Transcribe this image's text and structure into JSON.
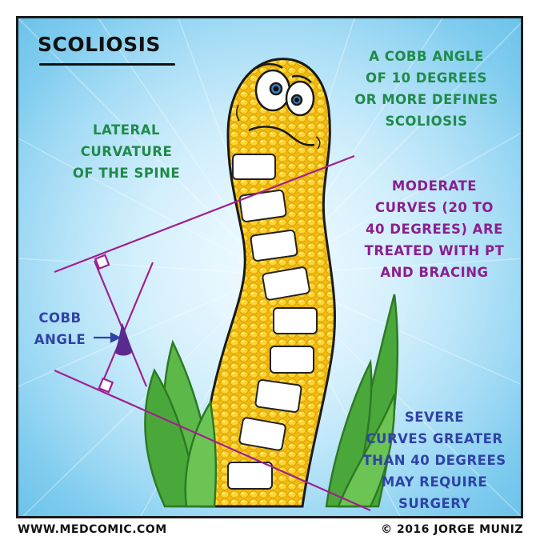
{
  "title": "SCOLIOSIS",
  "captions": {
    "cobb_definition": "A COBB ANGLE\nOF 10 DEGREES\nOR MORE DEFINES\nSCOLIOSIS",
    "lateral": "LATERAL\nCURVATURE\nOF THE SPINE",
    "moderate": "MODERATE\nCURVES (20 TO\n40 DEGREES) ARE\nTREATED WITH PT\nAND BRACING",
    "cobb_angle": "COBB\nANGLE",
    "severe": "SEVERE\nCURVES GREATER\nTHAN 40 DEGREES\nMAY REQUIRE\nSURGERY"
  },
  "footer": {
    "website": "WWW.MEDCOMIC.COM",
    "copyright": "© 2016 JORGE MUNIZ"
  },
  "colors": {
    "green_text": "#1f8a4a",
    "purple_text": "#8a1f8f",
    "blue_text": "#2f43a6",
    "corn_yellow": "#f6c51f",
    "leaf_green": "#4aa83a",
    "line_purple": "#a0208f"
  }
}
